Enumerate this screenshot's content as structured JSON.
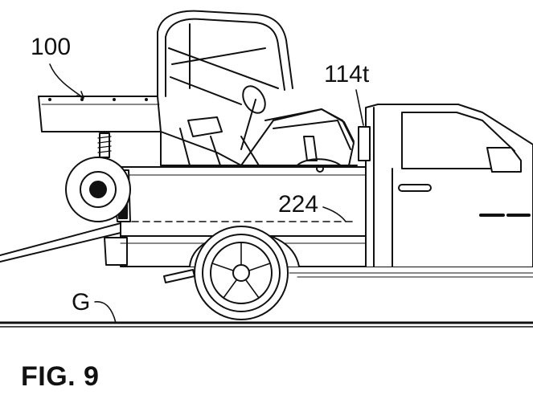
{
  "labels": {
    "utv": "100",
    "sensor": "114t",
    "bed_line": "224",
    "ground": "G"
  },
  "figure_caption": "FIG. 9",
  "colors": {
    "ink": "#111111",
    "paper": "#ffffff"
  }
}
